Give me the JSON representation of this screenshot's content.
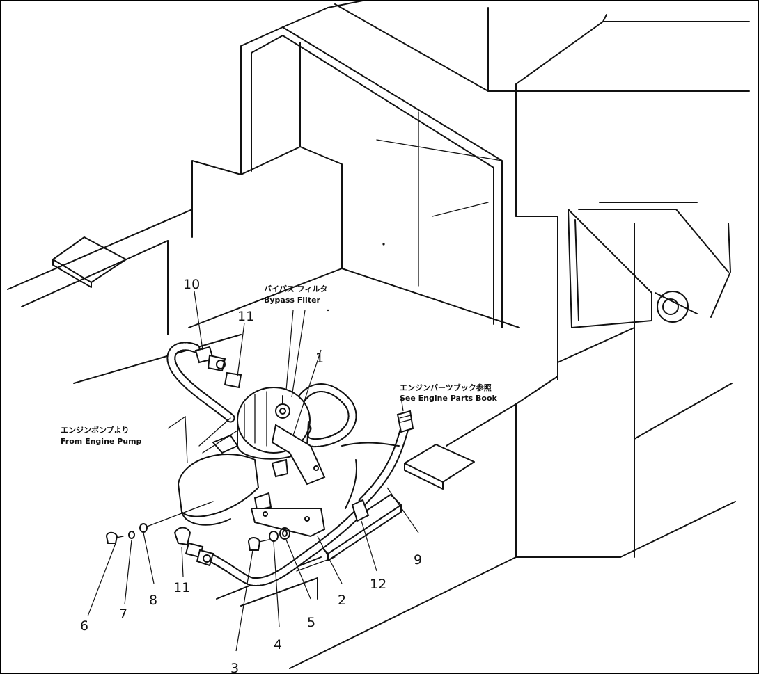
{
  "callouts": {
    "n1": "1",
    "n2": "2",
    "n3": "3",
    "n4": "4",
    "n5": "5",
    "n6": "6",
    "n7": "7",
    "n8": "8",
    "n9": "9",
    "n10": "10",
    "n11a": "11",
    "n11b": "11",
    "n12": "12"
  },
  "notes": {
    "bypass_jp": "バイパス フィルタ",
    "bypass_en": "Bypass Filter",
    "engine_parts_jp": "エンジンパーツブック参照",
    "engine_parts_en": "See Engine Parts Book",
    "engine_pump_jp": "エンジンポンプより",
    "engine_pump_en": "From Engine Pump"
  }
}
